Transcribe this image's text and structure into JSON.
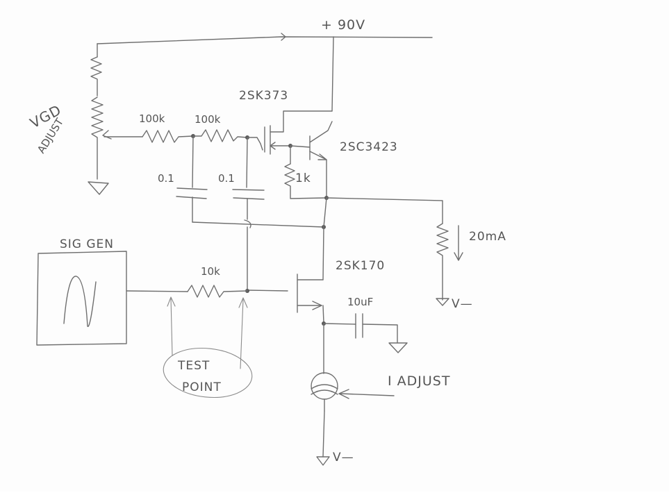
{
  "labels": {
    "supply": "+ 90V",
    "vgd_adjust_v": "VGD",
    "vgd_adjust_word": "ADJUST",
    "r1": "100k",
    "r2": "100k",
    "c1": "0.1",
    "c2": "0.1",
    "mosfet_top": "2SK373",
    "bjt": "2SC3423",
    "r_1k": "1k",
    "load_current": "20mA",
    "v_minus_right": "V—",
    "sig_gen": "SIG GEN",
    "r_10k": "10k",
    "jfet_bottom": "2SK170",
    "cap_10uf": "10uF",
    "test_point_1": "TEST",
    "test_point_2": "POINT",
    "i_adjust": "I ADJUST",
    "v_minus_bottom": "V—"
  }
}
